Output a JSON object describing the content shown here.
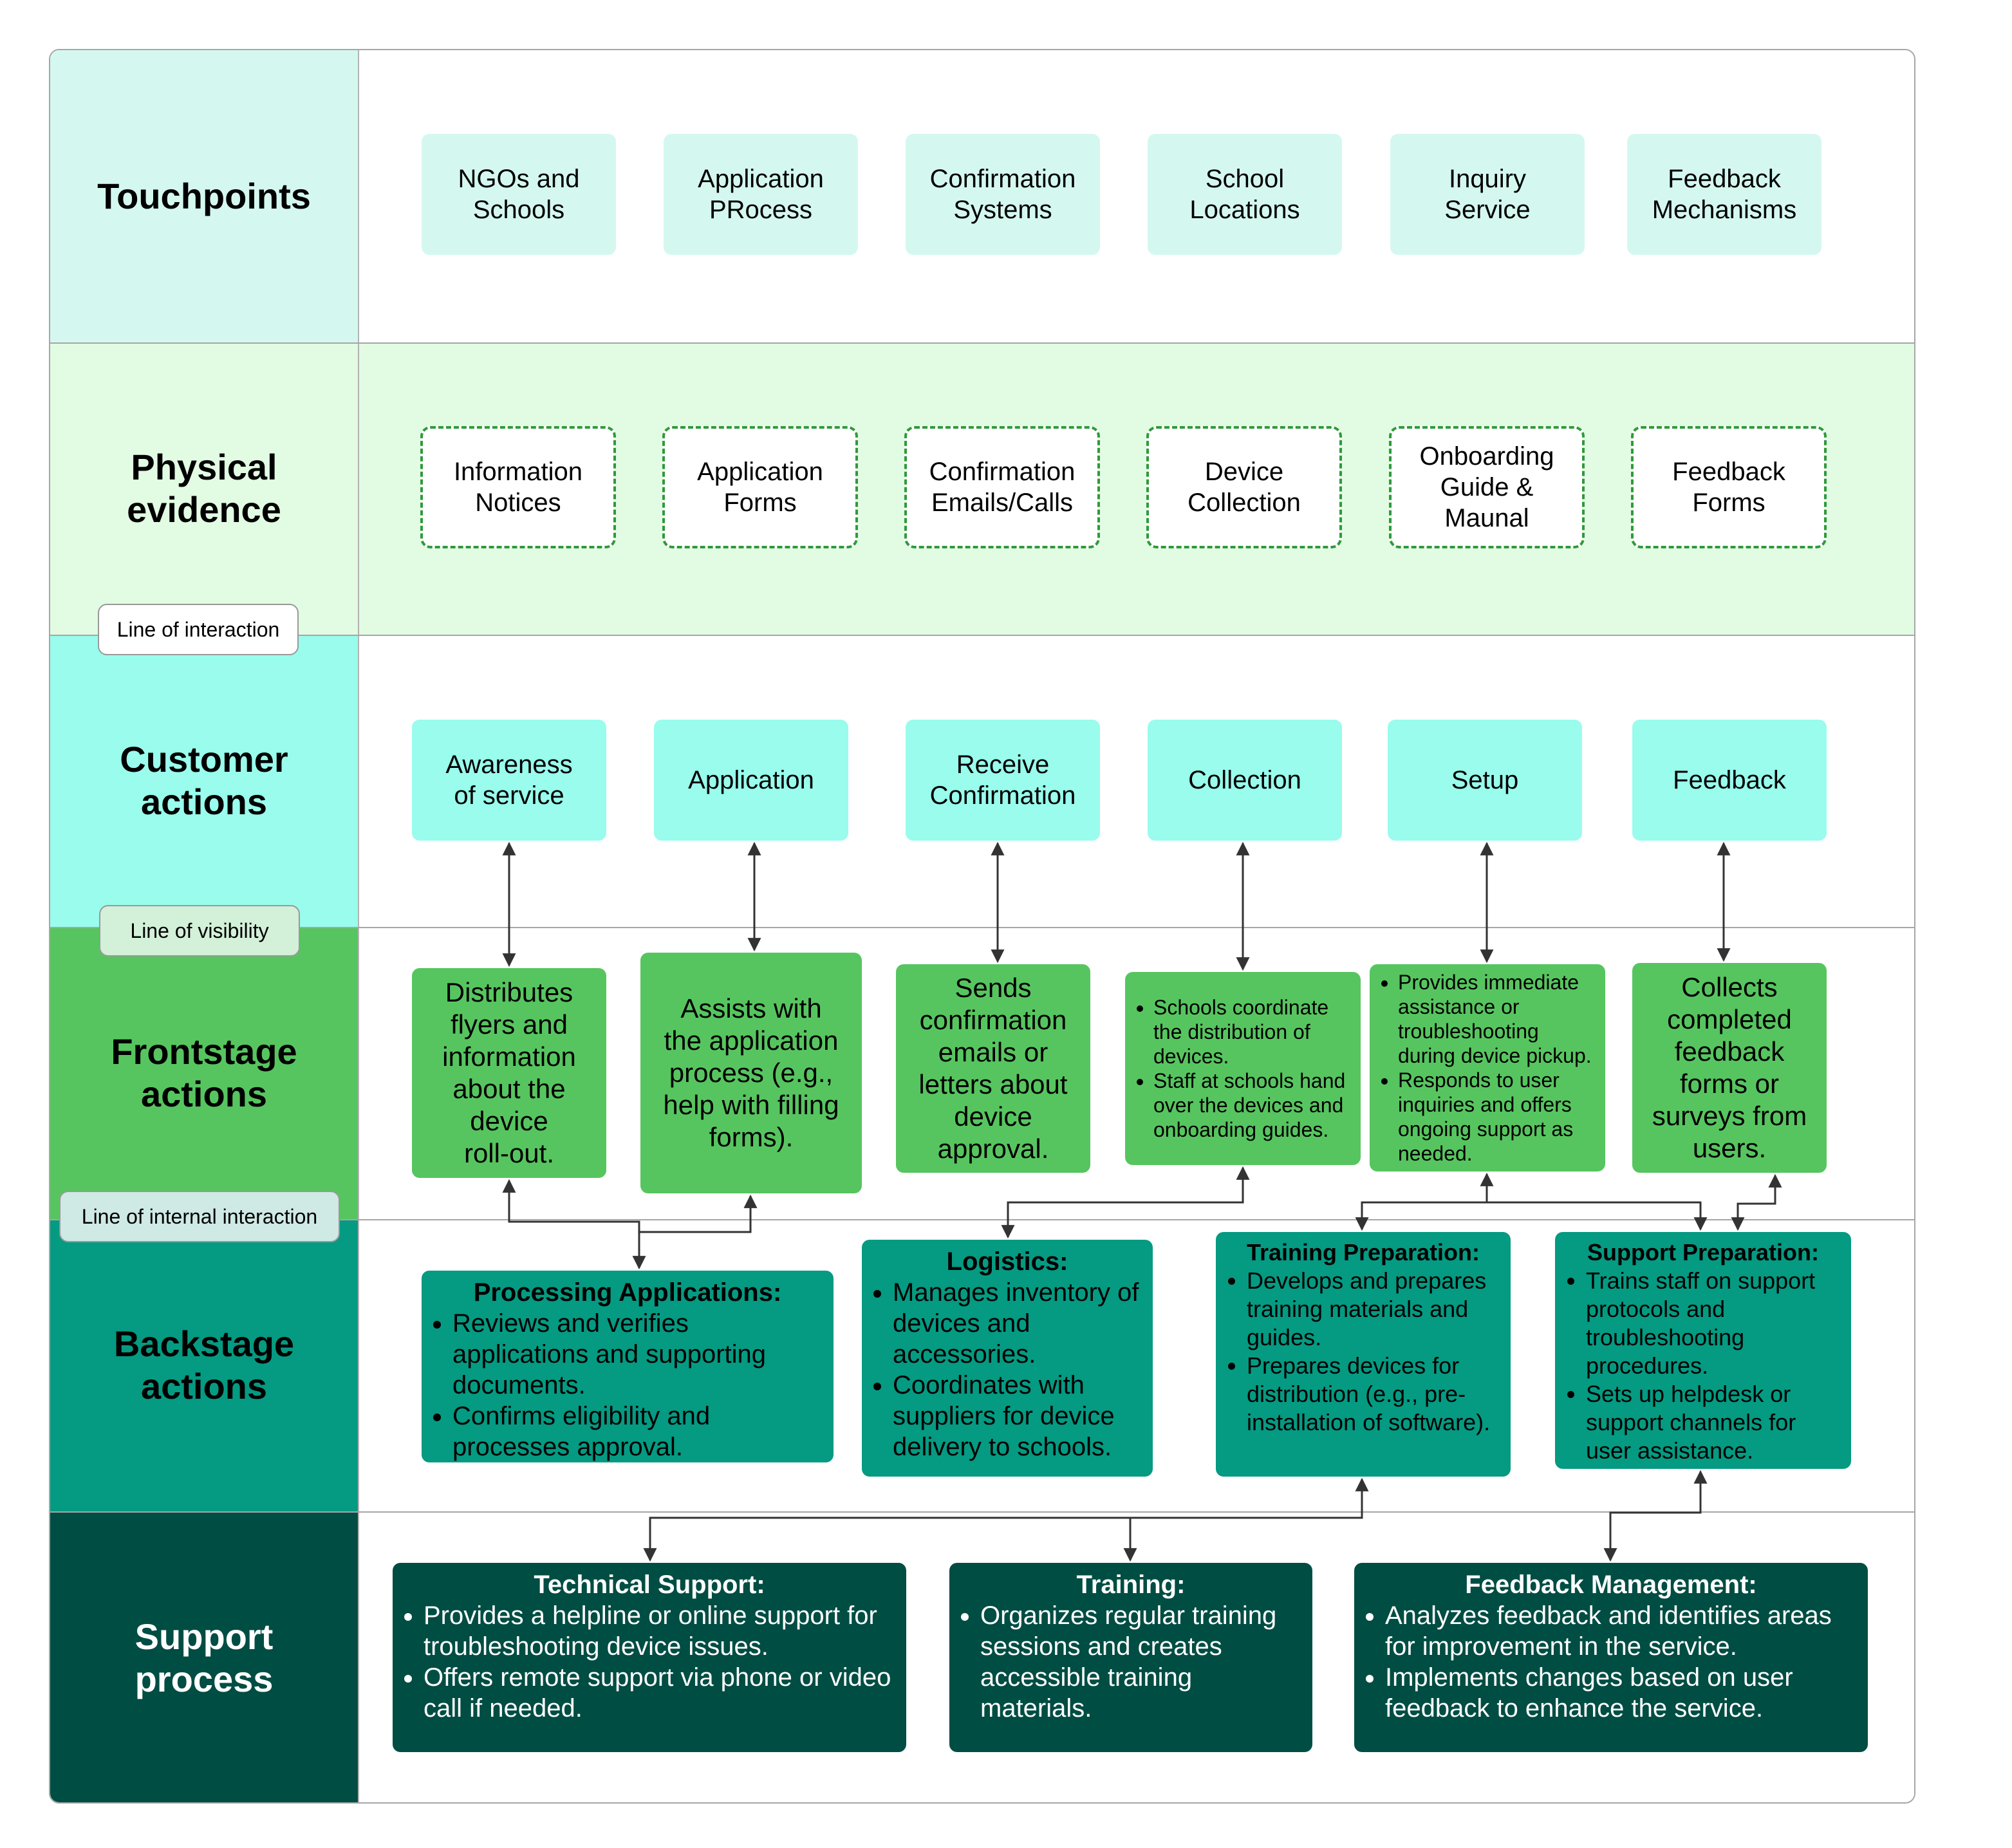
{
  "lanes": {
    "touchpoints": "Touchpoints",
    "physical": "Physical\nevidence",
    "customer": "Customer\nactions",
    "frontstage": "Frontstage\nactions",
    "backstage": "Backstage\nactions",
    "support": "Support\nprocess"
  },
  "lines": {
    "interaction": "Line of interaction",
    "visibility": "Line of visibility",
    "internal": "Line of internal interaction"
  },
  "touchpoints": [
    "NGOs and\nSchools",
    "Application\nPRocess",
    "Confirmation\nSystems",
    "School\nLocations",
    "Inquiry\nService",
    "Feedback\nMechanisms"
  ],
  "physical_evidence": [
    "Information\nNotices",
    "Application\nForms",
    "Confirmation\nEmails/Calls",
    "Device\nCollection",
    "Onboarding\nGuide &\nMaunal",
    "Feedback\nForms"
  ],
  "customer_actions": [
    "Awareness\nof service",
    "Application",
    "Receive\nConfirmation",
    "Collection",
    "Setup",
    "Feedback"
  ],
  "frontstage": {
    "distributes": "Distributes\nflyers and\ninformation\nabout the\ndevice\nroll-out.",
    "assists": "Assists with\nthe application\nprocess (e.g.,\nhelp with filling\nforms).",
    "sends": "Sends\nconfirmation\nemails or\nletters about\ndevice\napproval.",
    "schools": [
      "Schools coordinate the distribution of devices.",
      "Staff at schools hand over the devices and onboarding guides."
    ],
    "provides": [
      "Provides immediate assistance or troubleshooting during device pickup.",
      "Responds to user inquiries and offers ongoing support as needed."
    ],
    "collects": "Collects\ncompleted\nfeedback\nforms or\nsurveys from\nusers."
  },
  "backstage": {
    "processing": {
      "title": "Processing Applications:",
      "items": [
        "Reviews and verifies applications and supporting documents.",
        "Confirms eligibility and processes approval."
      ]
    },
    "logistics": {
      "title": "Logistics:",
      "items": [
        "Manages inventory of devices and accessories.",
        "Coordinates with suppliers for device delivery to schools."
      ]
    },
    "training_prep": {
      "title": "Training Preparation:",
      "items": [
        "Develops and prepares training materials and guides.",
        "Prepares devices for distribution (e.g., pre-installation of software)."
      ]
    },
    "support_prep": {
      "title": "Support Preparation:",
      "items": [
        "Trains staff on support protocols and troubleshooting procedures.",
        "Sets up helpdesk or support channels for user assistance."
      ]
    }
  },
  "support": {
    "technical": {
      "title": "Technical Support:",
      "items": [
        "Provides a helpline or online support for troubleshooting device issues.",
        "Offers remote support via phone or video call if needed."
      ]
    },
    "training": {
      "title": "Training:",
      "items": [
        "Organizes regular training sessions and creates accessible training materials."
      ]
    },
    "feedback": {
      "title": "Feedback Management:",
      "items": [
        "Analyzes feedback and identifies areas for improvement in the service.",
        "Implements changes based on user feedback to enhance the service."
      ]
    }
  },
  "colors": {
    "touchpoints_lane": "#d4f8f0",
    "physical_lane": "#e2fbe3",
    "customer_lane": "#99fced",
    "frontstage_lane": "#57c55f",
    "backstage_lane": "#059a82",
    "support_lane": "#004d43",
    "dashed_border": "#2e9a3a"
  }
}
